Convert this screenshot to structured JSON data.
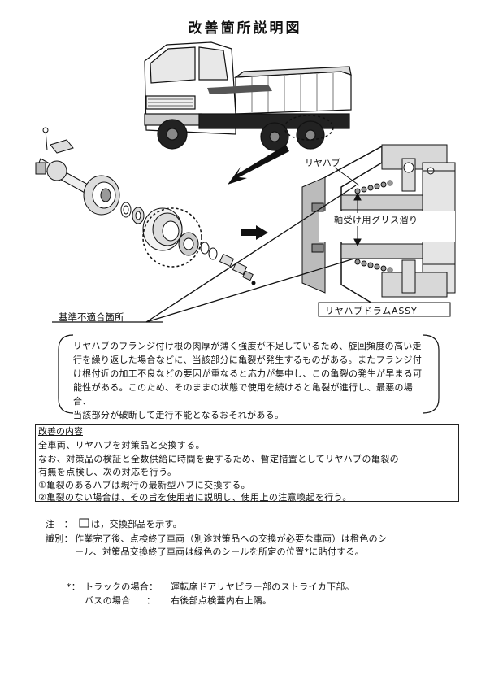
{
  "title": "改善箇所説明図",
  "labels": {
    "rear_hub": "リヤハブ",
    "grease": "軸受け用グリス溜り",
    "hub_drum_assy": "リヤハブドラムASSY",
    "nonconforming": "基準不適合箇所"
  },
  "note": {
    "lines": [
      "リヤハブのフランジ付け根の肉厚が薄く強度が不足しているため、旋回頻度の高い走",
      "行を繰り返した場合などに、当該部分に亀裂が発生するものがある。またフランジ付",
      "け根付近の加工不良などの要因が重なると応力が集中し、この亀裂の発生が早まる可",
      "能性がある。このため、そのままの状態で使用を続けると亀裂が進行し、最悪の場合、",
      "当該部分が破断して走行不能となるおそれがある。"
    ]
  },
  "kaizen": {
    "title": "改善の内容",
    "lines": [
      "全車両、リヤハブを対策品と交換する。",
      "なお、対策品の検証と全数供給に時間を要するため、暫定措置としてリヤハブの亀裂の",
      "有無を点検し、次の対応を行う。",
      "①亀裂のあるハブは現行の最新型ハブに交換する。",
      "②亀裂のない場合は、その旨を使用者に説明し、使用上の注意喚起を行う。"
    ]
  },
  "footer": {
    "note_label": "注　：",
    "note_text": "は，交換部品を示す。",
    "id_label": "識別：",
    "id_line1": "作業完了後、点検終了車両（別途対策品への交換が必要な車両）は橙色のシ",
    "id_line2": "ール、対策品交換終了車両は緑色のシールを所定の位置*に貼付する。",
    "star_label": "*：",
    "truck_label": "トラックの場合：",
    "truck_text": "運転席ドアリヤピラー部のストライカ下部。",
    "bus_label": "バスの場合",
    "bus_colon": "：",
    "bus_text": "右後部点検蓋内右上隅。"
  }
}
